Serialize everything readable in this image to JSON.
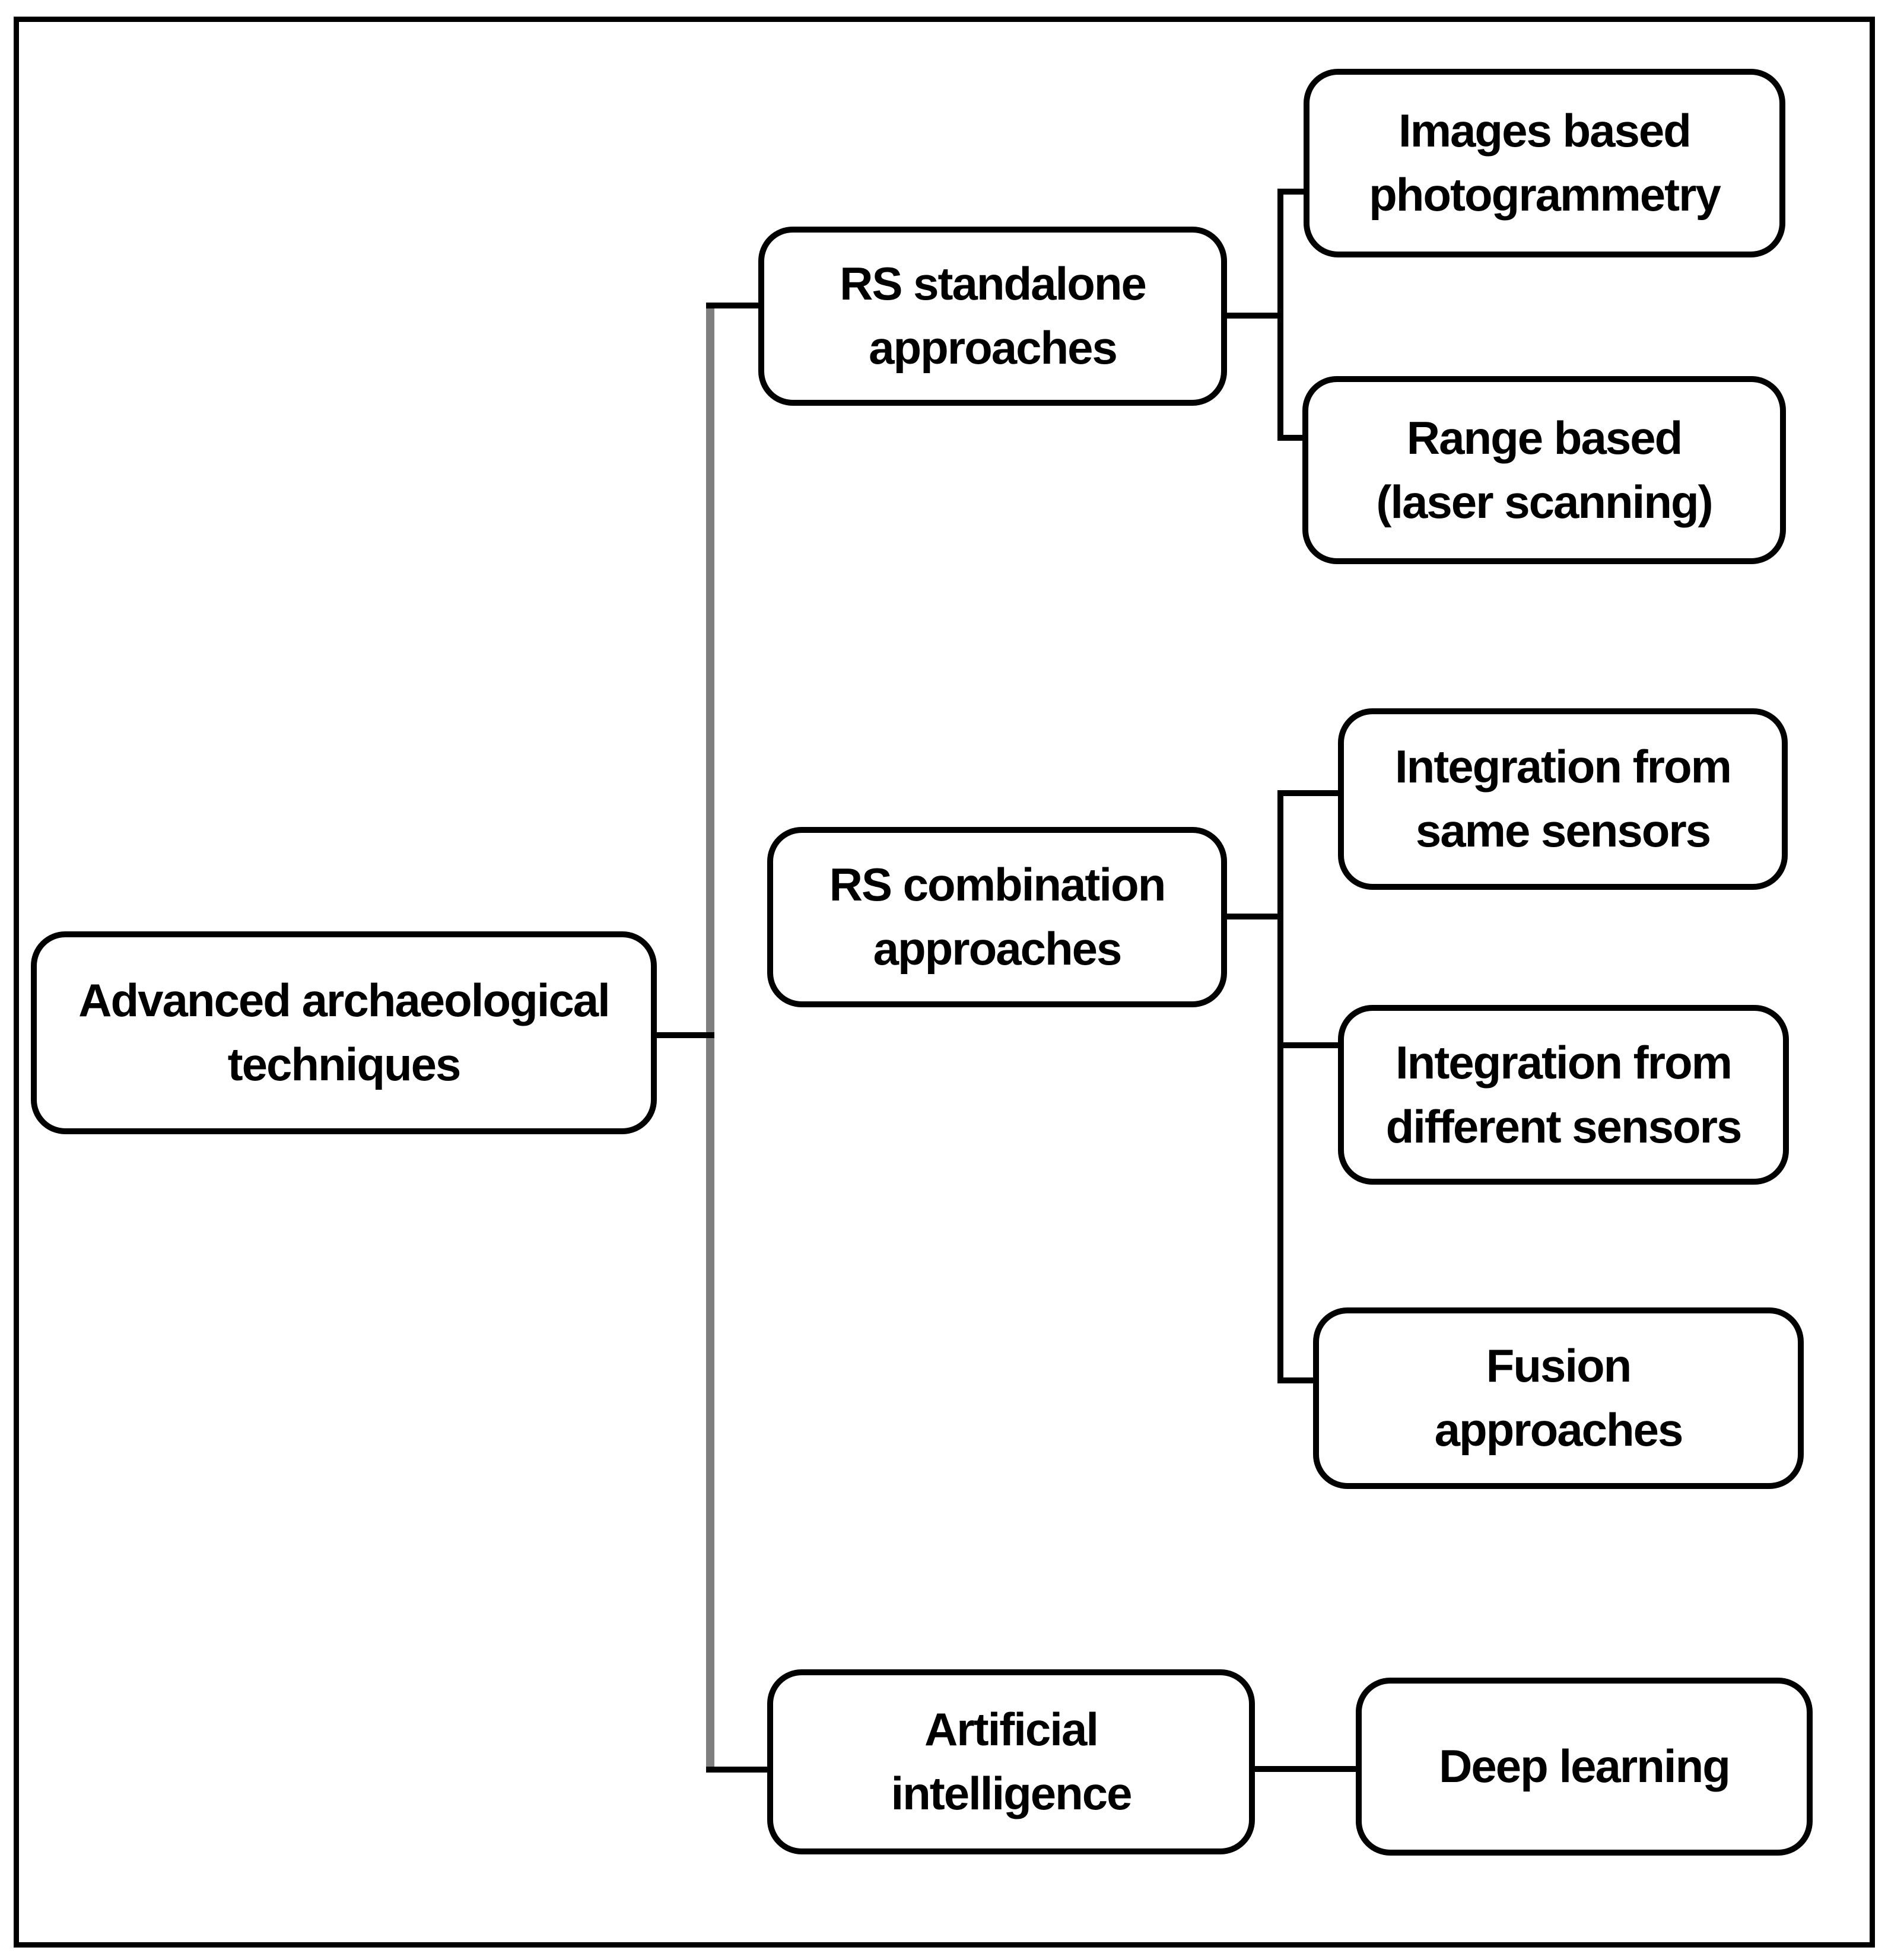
{
  "diagram": {
    "root": {
      "label": "Advanced archaeological\ntechniques"
    },
    "branches": [
      {
        "label": "RS standalone\napproaches",
        "children": [
          {
            "label": "Images based\nphotogrammetry"
          },
          {
            "label": "Range based\n(laser scanning)"
          }
        ]
      },
      {
        "label": "RS combination\napproaches",
        "children": [
          {
            "label": "Integration from\nsame sensors"
          },
          {
            "label": "Integration from\ndifferent sensors"
          },
          {
            "label": "Fusion\napproaches"
          }
        ]
      },
      {
        "label": "Artificial\nintelligence",
        "children": [
          {
            "label": "Deep learning"
          }
        ]
      }
    ],
    "colors": {
      "page_border": "#000000",
      "box_border": "#000000",
      "box_fill": "#ffffff",
      "text": "#000000",
      "connector": "#000000",
      "trunk": "#7f7f7f"
    }
  }
}
